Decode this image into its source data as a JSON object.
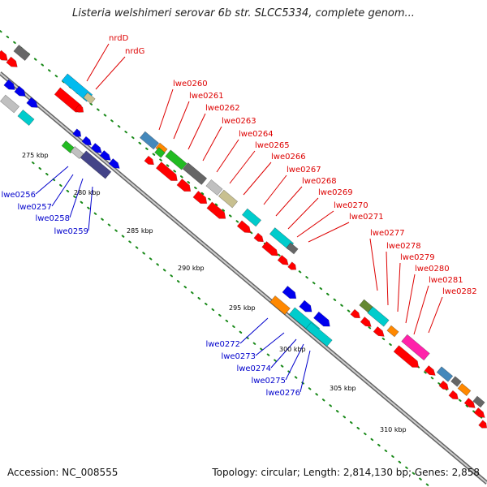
{
  "title": "Listeria welshimeri serovar 6b str. SLCC5334, complete genom...",
  "footer": {
    "accession": "Accession: NC_008555",
    "info": "Topology: circular; Length: 2,814,130 bp; Genes: 2,858"
  },
  "colors": {
    "forward_label": "#dd0000",
    "reverse_label": "#0000cc",
    "backbone": "#888888",
    "forward_cds": "#ff0000",
    "reverse_cds": "#0000ee"
  },
  "scale_labels": [
    "275 kbp",
    "280 kbp",
    "285 kbp",
    "290 kbp",
    "295 kbp",
    "300 kbp",
    "305 kbp",
    "310 kbp"
  ],
  "forward_gene_labels": [
    "nrdD",
    "nrdG",
    "lwe0260",
    "lwe0261",
    "lwe0262",
    "lwe0263",
    "lwe0264",
    "lwe0265",
    "lwe0266",
    "lwe0267",
    "lwe0268",
    "lwe0269",
    "lwe0270",
    "lwe0271",
    "lwe0277",
    "lwe0278",
    "lwe0279",
    "lwe0280",
    "lwe0281",
    "lwe0282"
  ],
  "reverse_gene_labels": [
    "lwe0256",
    "lwe0257",
    "lwe0258",
    "lwe0259",
    "lwe0272",
    "lwe0273",
    "lwe0274",
    "lwe0275",
    "lwe0276"
  ]
}
